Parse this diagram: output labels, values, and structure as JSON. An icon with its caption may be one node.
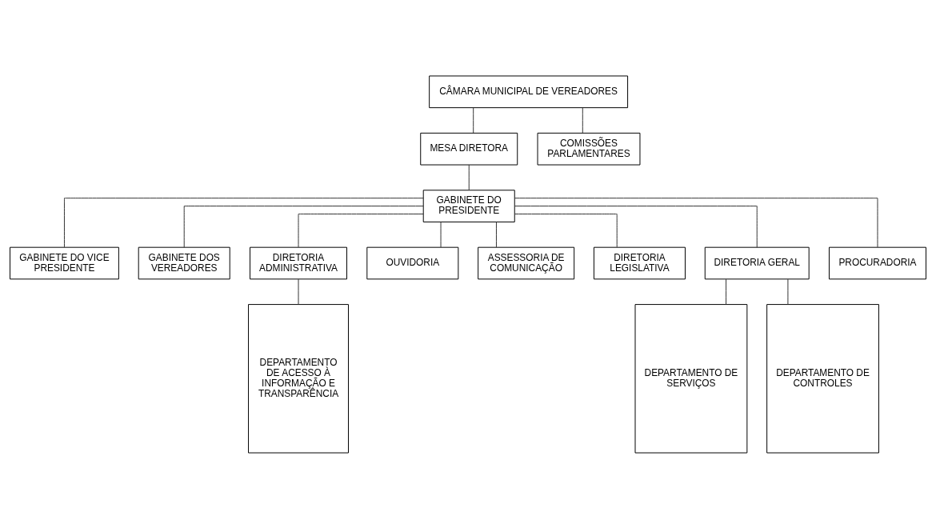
{
  "diagram": {
    "nodes": [
      {
        "text": [
          "CÂMARA MUNICIPAL DE VEREADORES"
        ]
      },
      {
        "text": [
          "MESA DIRETORA"
        ]
      },
      {
        "text": [
          "COMISSÕES PARLAMENTARES"
        ]
      },
      {
        "text": [
          "GABINETE DO PRESIDENTE"
        ]
      },
      {
        "text": [
          "GABINETE DO VICE PRESIDENTE"
        ]
      },
      {
        "text": [
          "GABINETE DOS VEREADORES"
        ]
      },
      {
        "text": [
          "DIRETORIA ADMINISTRATIVA"
        ]
      },
      {
        "text": [
          "OUVIDORIA"
        ]
      },
      {
        "text": [
          "ASSESSORIA DE COMUNICAÇÃO"
        ]
      },
      {
        "text": [
          "DIRETORIA LEGISLATIVA"
        ]
      },
      {
        "text": [
          "DIRETORIA GERAL"
        ]
      },
      {
        "text": [
          "PROCURADORIA"
        ]
      },
      {
        "text": [
          "DEPARTAMENTO DE ACESSO À INFORMAÇÃO E TRANSPARÊNCIA"
        ]
      },
      {
        "text": [
          "DEPARTAMENTO DE SERVIÇOS"
        ]
      },
      {
        "text": [
          "DEPARTAMENTO DE CONTROLES"
        ]
      }
    ],
    "edges": [
      {
        "from": 0,
        "to": 1,
        "arrow": "none"
      },
      {
        "from": 0,
        "to": 2,
        "arrow": "none"
      },
      {
        "from": 1,
        "to": 3,
        "arrow": "none"
      },
      {
        "from": 3,
        "to": 4,
        "arrow": "none"
      },
      {
        "from": 3,
        "to": 5,
        "arrow": "none"
      },
      {
        "from": 3,
        "to": 6,
        "arrow": "none"
      },
      {
        "from": 3,
        "to": 7,
        "arrow": "none"
      },
      {
        "from": 3,
        "to": 8,
        "arrow": "none"
      },
      {
        "from": 3,
        "to": 9,
        "arrow": "none"
      },
      {
        "from": 3,
        "to": 10,
        "arrow": "none"
      },
      {
        "from": 3,
        "to": 11,
        "arrow": "none"
      },
      {
        "from": 6,
        "to": 12,
        "arrow": "none"
      },
      {
        "from": 10,
        "to": 13,
        "arrow": "none"
      },
      {
        "from": 10,
        "to": 14,
        "arrow": "none"
      }
    ]
  }
}
